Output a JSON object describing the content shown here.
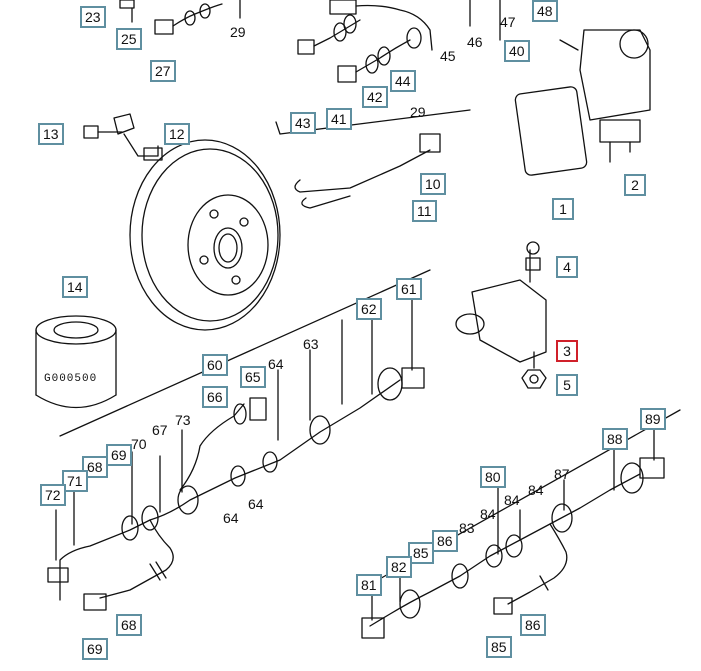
{
  "diagram": {
    "part_stamp": "G000500",
    "plain_labels": [
      "29",
      "45",
      "46",
      "47",
      "29",
      "63",
      "64",
      "64",
      "64",
      "73",
      "70",
      "67",
      "87",
      "84",
      "84",
      "84",
      "83"
    ],
    "callouts": [
      "23",
      "25",
      "27",
      "48",
      "40",
      "43",
      "41",
      "42",
      "44",
      "13",
      "12",
      "10",
      "11",
      "1",
      "2",
      "4",
      "3",
      "5",
      "14",
      "62",
      "61",
      "60",
      "65",
      "66",
      "69",
      "68",
      "71",
      "72",
      "69",
      "68",
      "80",
      "89",
      "88",
      "86",
      "85",
      "82",
      "81",
      "85",
      "86"
    ],
    "selected_callout": "3"
  }
}
